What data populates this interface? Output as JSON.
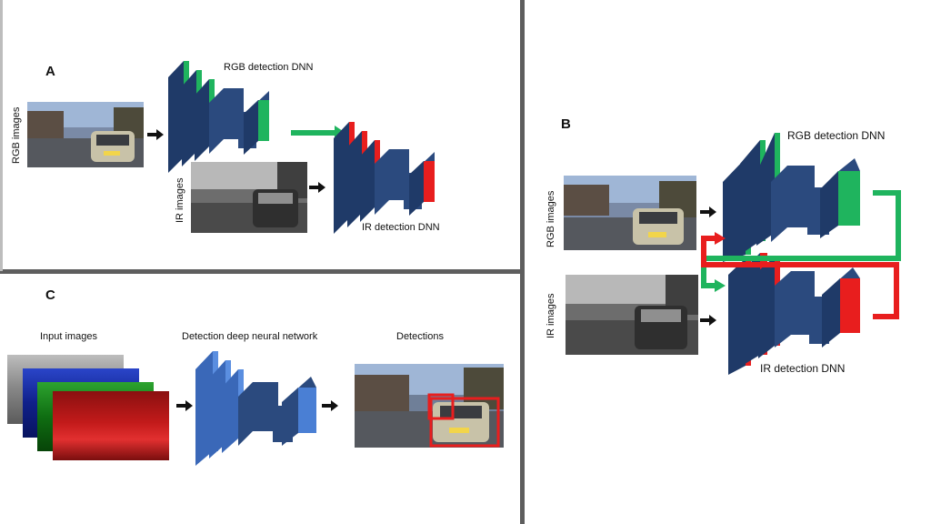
{
  "panel_a": {
    "letter": "A",
    "rgb_images_label": "RGB images",
    "ir_images_label": "IR images",
    "rgb_net_label": "RGB detection DNN",
    "ir_net_label": "IR detection DNN"
  },
  "panel_b": {
    "letter": "B",
    "rgb_images_label": "RGB images",
    "ir_images_label": "IR images",
    "rgb_net_label": "RGB detection DNN",
    "ir_net_label": "IR detection DNN"
  },
  "panel_c": {
    "letter": "C",
    "input_label": "Input images",
    "net_label": "Detection deep neural network",
    "output_label": "Detections"
  },
  "colors": {
    "net_front": "#2b4a7e",
    "net_side": "#1f3a68",
    "rgb_accent": "#1fb45e",
    "ir_accent": "#e81e1e",
    "c_net": "#4a7fd4",
    "divider": "#5e5e5e"
  },
  "icons": [
    "right-arrow-icon",
    "green-arrow-icon",
    "red-arrow-icon"
  ]
}
